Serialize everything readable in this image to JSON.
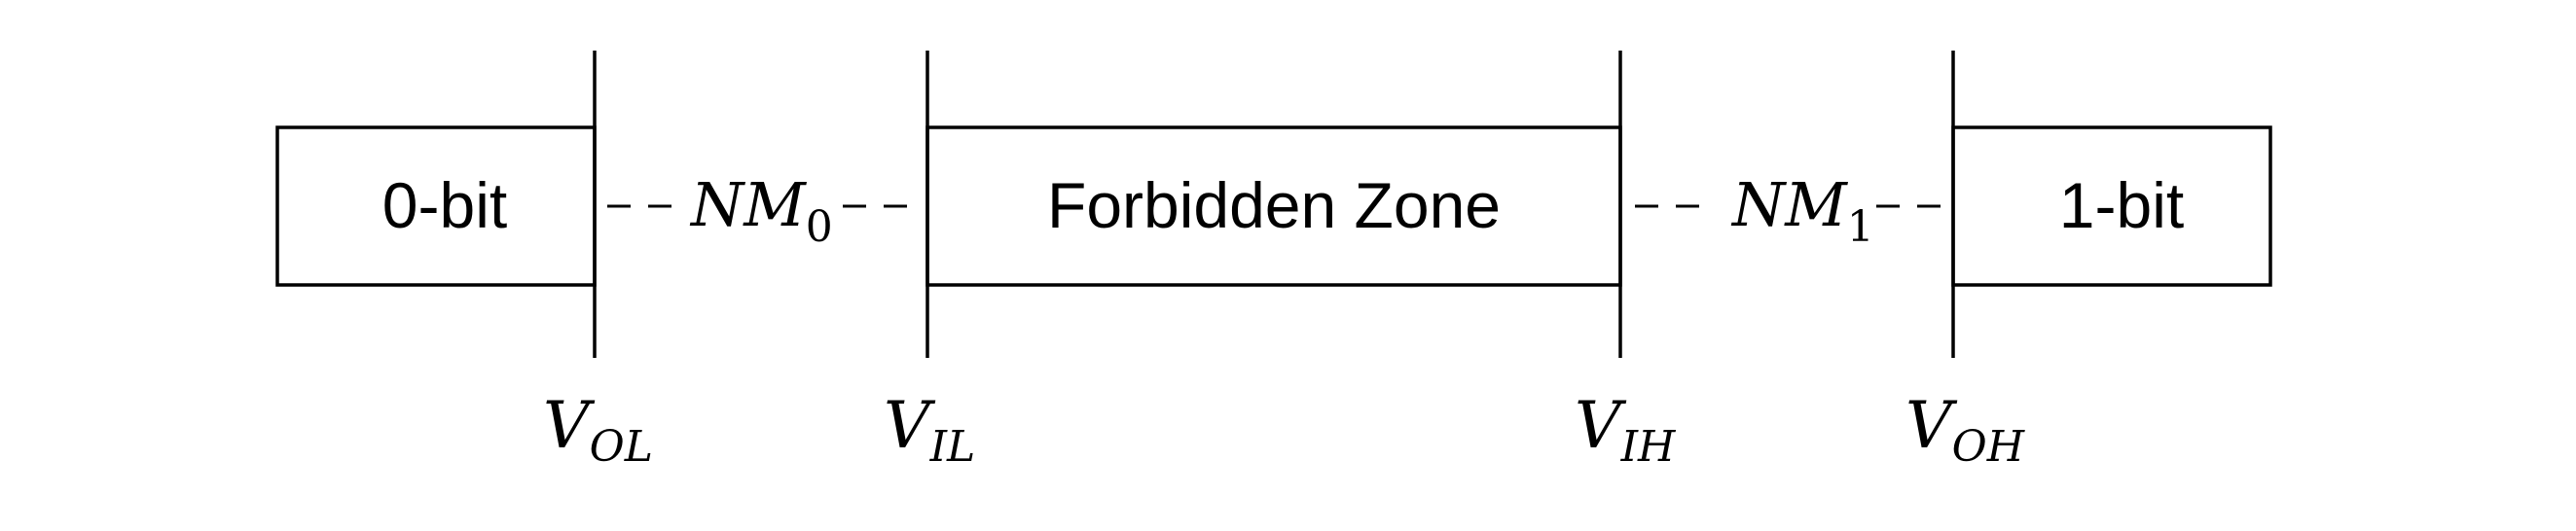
{
  "boxes": {
    "zero_bit": "0-bit",
    "forbidden_zone": "Forbidden Zone",
    "one_bit": "1-bit"
  },
  "noise_margins": {
    "low": {
      "main": "NM",
      "sub": "0"
    },
    "high": {
      "main": "NM",
      "sub": "1"
    }
  },
  "thresholds": {
    "v_ol": {
      "main": "V",
      "sub": "OL"
    },
    "v_il": {
      "main": "V",
      "sub": "IL"
    },
    "v_ih": {
      "main": "V",
      "sub": "IH"
    },
    "v_oh": {
      "main": "V",
      "sub": "OH"
    }
  },
  "colors": {
    "stroke": "#000000",
    "background": "#ffffff"
  }
}
